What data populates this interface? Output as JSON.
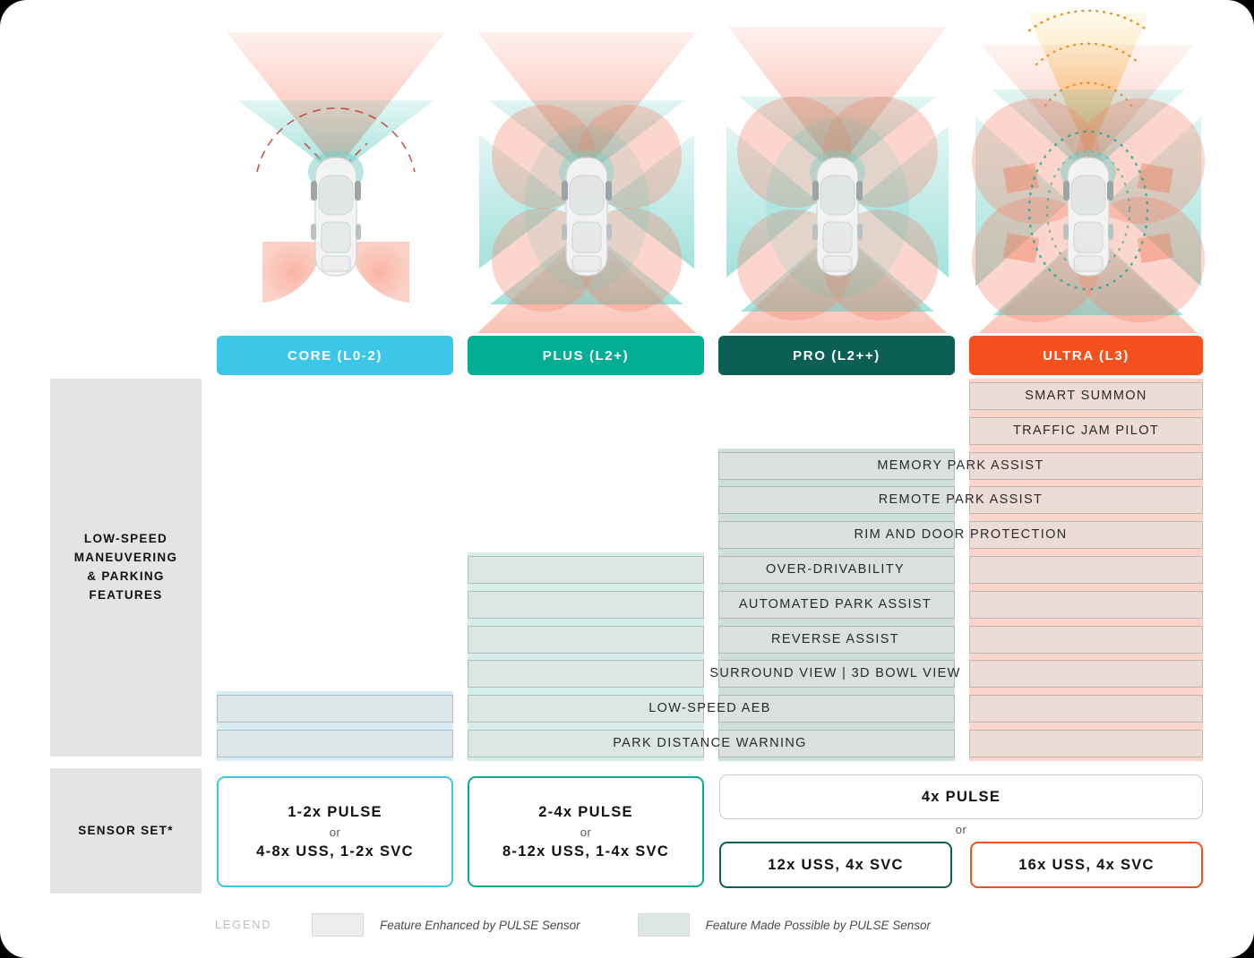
{
  "colors": {
    "core": "#3CC6E8",
    "plus": "#04AE95",
    "pro": "#0B5F55",
    "ultra": "#F4501E",
    "core_bg": "#CFE8EF",
    "plus_bg": "#CEE9E4",
    "pro_bg": "#C3D5D2",
    "ultra_bg": "#EFCCC4",
    "core_bg_light": "#D7EEF6",
    "plus_bg_light": "#D6EEEA",
    "pro_bg_light": "#CEDEDB",
    "ultra_bg_light": "#FBD5CC",
    "row_overlay": "rgba(225,225,222,0.55)",
    "category_bg": "#E4E4E4",
    "legend_enhanced": "#EDEDED",
    "legend_possible": "#DDE8E5"
  },
  "tiers": [
    {
      "id": "core",
      "label": "CORE (L0-2)"
    },
    {
      "id": "plus",
      "label": "PLUS (L2+)"
    },
    {
      "id": "pro",
      "label": "PRO (L2++)"
    },
    {
      "id": "ultra",
      "label": "ULTRA (L3)"
    }
  ],
  "categories": [
    {
      "id": "parking",
      "label": "LOW-SPEED\nMANEUVERING\n& PARKING\nFEATURES"
    },
    {
      "id": "sensor",
      "label": "SENSOR SET*"
    }
  ],
  "features": [
    {
      "label": "SMART SUMMON",
      "tiers": [
        "ultra"
      ]
    },
    {
      "label": "TRAFFIC JAM PILOT",
      "tiers": [
        "ultra"
      ]
    },
    {
      "label": "MEMORY PARK ASSIST",
      "tiers": [
        "pro",
        "ultra"
      ]
    },
    {
      "label": "REMOTE PARK ASSIST",
      "tiers": [
        "pro",
        "ultra"
      ]
    },
    {
      "label": "RIM AND DOOR PROTECTION",
      "tiers": [
        "pro",
        "ultra"
      ]
    },
    {
      "label": "OVER-DRIVABILITY",
      "tiers": [
        "plus",
        "pro",
        "ultra"
      ]
    },
    {
      "label": "AUTOMATED PARK ASSIST",
      "tiers": [
        "plus",
        "pro",
        "ultra"
      ]
    },
    {
      "label": "REVERSE ASSIST",
      "tiers": [
        "plus",
        "pro",
        "ultra"
      ]
    },
    {
      "label": "SURROUND VIEW | 3D BOWL VIEW",
      "tiers": [
        "plus",
        "pro",
        "ultra"
      ]
    },
    {
      "label": "LOW-SPEED AEB",
      "tiers": [
        "core",
        "plus",
        "pro",
        "ultra"
      ]
    },
    {
      "label": "PARK DISTANCE WARNING",
      "tiers": [
        "core",
        "plus",
        "pro",
        "ultra"
      ]
    }
  ],
  "sensor_sets": {
    "core": {
      "primary": "1-2x PULSE",
      "or": "or",
      "alt": "4-8x USS, 1-2x SVC"
    },
    "plus": {
      "primary": "2-4x PULSE",
      "or": "or",
      "alt": "8-12x USS, 1-4x SVC"
    },
    "pro_ultra": {
      "shared": "4x PULSE",
      "or": "or",
      "pro_alt": "12x USS, 4x SVC",
      "ultra_alt": "16x USS, 4x SVC"
    }
  },
  "legend": {
    "title": "LEGEND",
    "enhanced": "Feature Enhanced by PULSE Sensor",
    "possible": "Feature Made Possible by PULSE Sensor"
  }
}
